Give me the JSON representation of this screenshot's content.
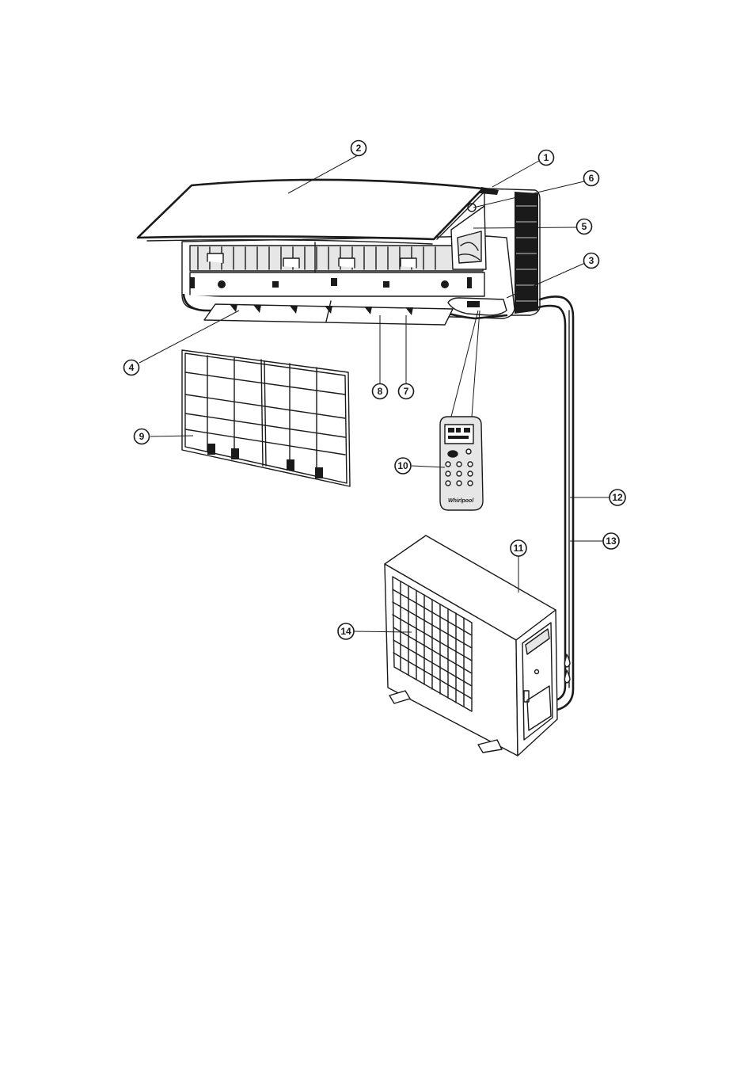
{
  "figure": {
    "callouts": [
      {
        "id": "c1",
        "label": "1"
      },
      {
        "id": "c2",
        "label": "2"
      },
      {
        "id": "c3",
        "label": "3"
      },
      {
        "id": "c4",
        "label": "4"
      },
      {
        "id": "c5",
        "label": "5"
      },
      {
        "id": "c6",
        "label": "6"
      },
      {
        "id": "c7",
        "label": "7"
      },
      {
        "id": "c8",
        "label": "8"
      },
      {
        "id": "c9",
        "label": "9"
      },
      {
        "id": "c10",
        "label": "10"
      },
      {
        "id": "c11",
        "label": "11"
      },
      {
        "id": "c12",
        "label": "12"
      },
      {
        "id": "c13",
        "label": "13"
      },
      {
        "id": "c14",
        "label": "14"
      }
    ],
    "remote_brand": "Whirlpool",
    "colors": {
      "line": "#1a1a1a",
      "background": "#ffffff",
      "panel": "#e6e6e6"
    }
  }
}
